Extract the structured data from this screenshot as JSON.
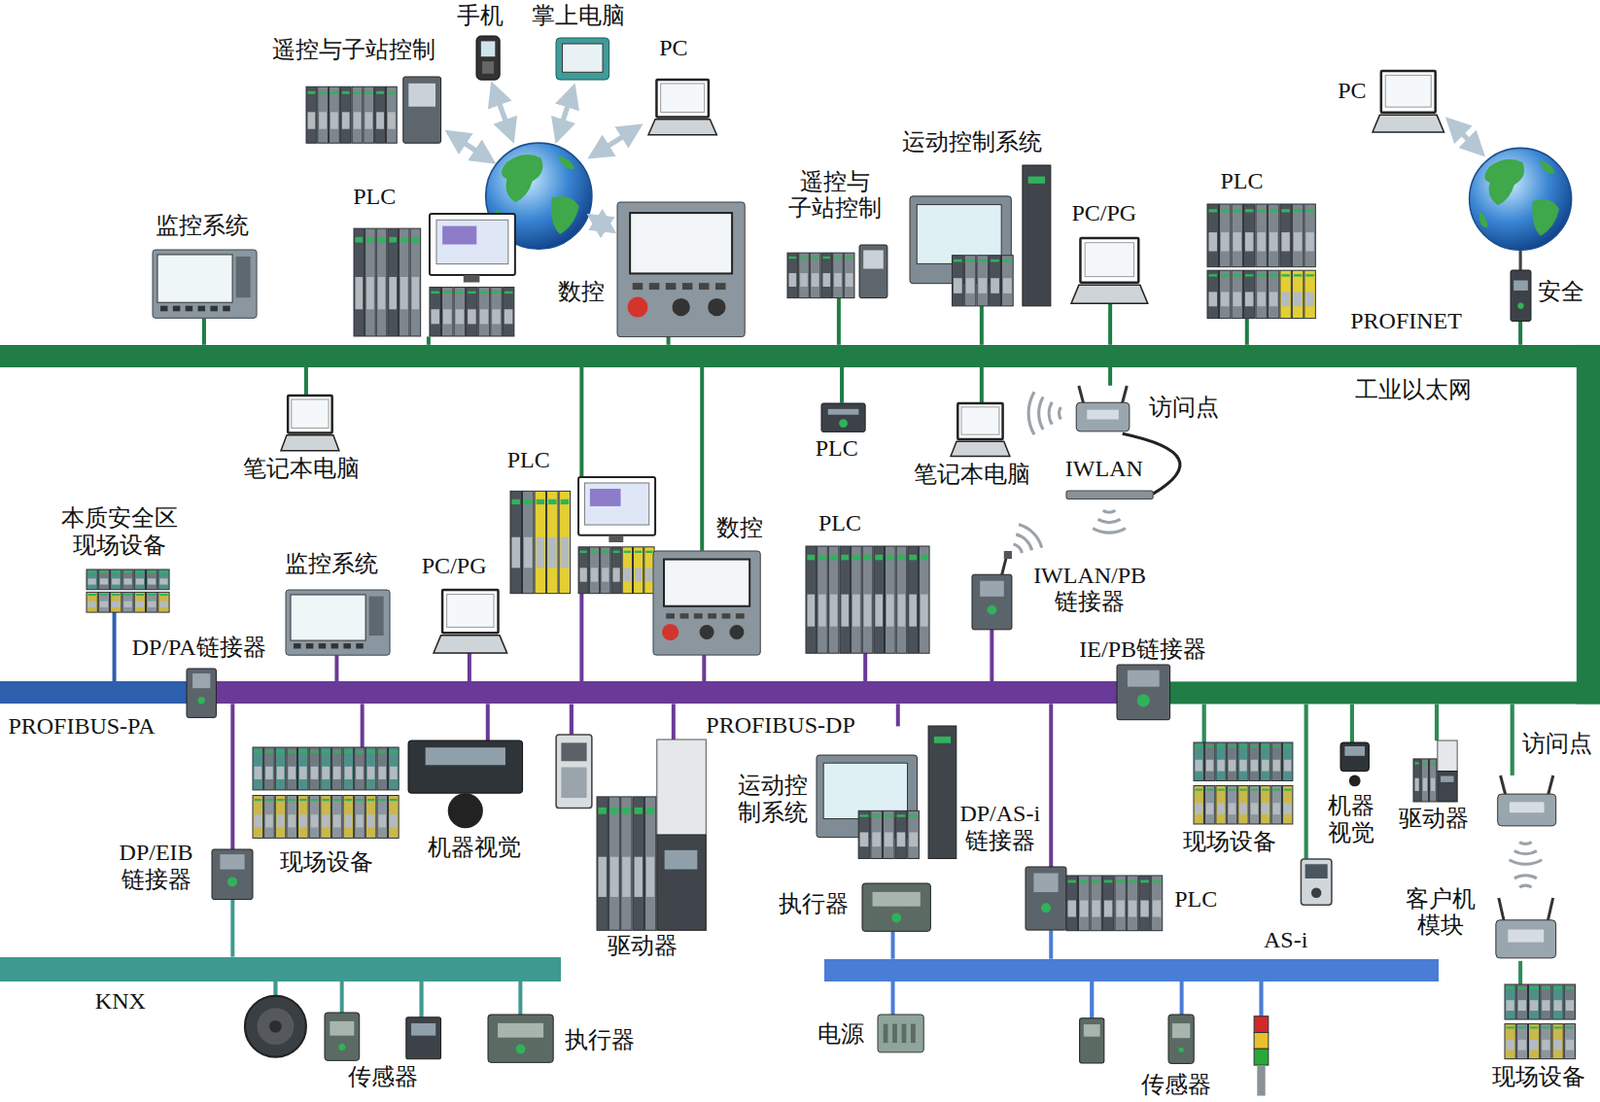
{
  "diagram": {
    "nodes": [
      {
        "text": [
          "遥控与子站控制"
        ]
      },
      {
        "text": [
          "手机"
        ]
      },
      {
        "text": [
          "掌上电脑"
        ]
      },
      {
        "text": [
          "PC"
        ]
      },
      {
        "text": [
          "监控系统"
        ]
      },
      {
        "text": [
          "PLC"
        ]
      },
      {
        "text": [
          "数控"
        ]
      },
      {
        "text": [
          "遥控与 子站控制"
        ]
      },
      {
        "text": [
          "运动控制系统"
        ]
      },
      {
        "text": [
          "PC/PG"
        ]
      },
      {
        "text": [
          "PLC"
        ]
      },
      {
        "text": [
          "PC"
        ]
      },
      {
        "text": [
          "安全"
        ]
      },
      {
        "text": [
          "PROFINET",
          "工业以太网"
        ]
      },
      {
        "text": [
          "笔记本电脑"
        ]
      },
      {
        "text": [
          "PLC"
        ]
      },
      {
        "text": [
          "笔记本电脑"
        ]
      },
      {
        "text": [
          "访问点"
        ]
      },
      {
        "text": [
          "PLC"
        ]
      },
      {
        "text": [
          "数控"
        ]
      },
      {
        "text": [
          "PLC"
        ]
      },
      {
        "text": [
          "IWLAN/PB 链接器"
        ]
      },
      {
        "text": [
          "本质安全区 现场设备"
        ]
      },
      {
        "text": [
          "监控系统"
        ]
      },
      {
        "text": [
          "PC/PG"
        ]
      },
      {
        "text": [
          "DP/PA链接器"
        ]
      },
      {
        "text": [
          "IE/PB链接器"
        ]
      },
      {
        "text": [
          "PROFIBUS-PA"
        ]
      },
      {
        "text": [
          "PROFIBUS-DP"
        ]
      },
      {
        "text": [
          "现场设备"
        ]
      },
      {
        "text": [
          "机器视觉"
        ]
      },
      {
        "text": [
          "驱动器"
        ]
      },
      {
        "text": [
          "运动控 制系统"
        ]
      },
      {
        "text": [
          "DP/AS-i 链接器"
        ]
      },
      {
        "text": [
          "PLC"
        ]
      },
      {
        "text": [
          "执行器"
        ]
      },
      {
        "text": [
          "DP/EIB 链接器"
        ]
      },
      {
        "text": [
          "现场设备"
        ]
      },
      {
        "text": [
          "机器 视觉"
        ]
      },
      {
        "text": [
          "驱动器"
        ]
      },
      {
        "text": [
          "访问点"
        ]
      },
      {
        "text": [
          "客户机 模块"
        ]
      },
      {
        "text": [
          "AS-i"
        ]
      },
      {
        "text": [
          "KNX"
        ]
      },
      {
        "text": [
          "传感器"
        ]
      },
      {
        "text": [
          "执行器"
        ]
      },
      {
        "text": [
          "电源"
        ]
      },
      {
        "text": [
          "传感器"
        ]
      },
      {
        "text": [
          "现场设备"
        ]
      }
    ],
    "edges": [
      {
        "from": 4,
        "to": 13,
        "arrow": "none"
      },
      {
        "from": 5,
        "to": 13,
        "arrow": "none"
      },
      {
        "from": 6,
        "to": 13,
        "arrow": "none"
      },
      {
        "from": 7,
        "to": 13,
        "arrow": "none"
      },
      {
        "from": 8,
        "to": 13,
        "arrow": "none"
      },
      {
        "from": 9,
        "to": 13,
        "arrow": "none"
      },
      {
        "from": 10,
        "to": 13,
        "arrow": "none"
      },
      {
        "from": 12,
        "to": 13,
        "arrow": "none"
      },
      {
        "from": 13,
        "to": 14,
        "arrow": "none"
      },
      {
        "from": 13,
        "to": 15,
        "arrow": "none"
      },
      {
        "from": 13,
        "to": 16,
        "arrow": "none"
      },
      {
        "from": 13,
        "to": 17,
        "arrow": "none"
      },
      {
        "from": 13,
        "to": 18,
        "arrow": "none"
      },
      {
        "from": 13,
        "to": 19,
        "arrow": "none"
      },
      {
        "from": 18,
        "to": 28,
        "arrow": "none"
      },
      {
        "from": 19,
        "to": 28,
        "arrow": "none"
      },
      {
        "from": 20,
        "to": 28,
        "arrow": "none"
      },
      {
        "from": 21,
        "to": 28,
        "arrow": "none"
      },
      {
        "from": 23,
        "to": 28,
        "arrow": "none"
      },
      {
        "from": 24,
        "to": 28,
        "arrow": "none"
      },
      {
        "from": 22,
        "to": 27,
        "arrow": "none"
      },
      {
        "from": 28,
        "to": 29,
        "arrow": "none"
      },
      {
        "from": 28,
        "to": 30,
        "arrow": "none"
      },
      {
        "from": 28,
        "to": 31,
        "arrow": "none"
      },
      {
        "from": 28,
        "to": 32,
        "arrow": "none"
      },
      {
        "from": 28,
        "to": 33,
        "arrow": "none"
      },
      {
        "from": 28,
        "to": 36,
        "arrow": "none"
      },
      {
        "from": 33,
        "to": 42,
        "arrow": "none"
      },
      {
        "from": 35,
        "to": 42,
        "arrow": "none"
      },
      {
        "from": 42,
        "to": 46,
        "arrow": "none"
      },
      {
        "from": 42,
        "to": 47,
        "arrow": "none"
      },
      {
        "from": 36,
        "to": 43,
        "arrow": "none"
      },
      {
        "from": 43,
        "to": 44,
        "arrow": "none"
      },
      {
        "from": 43,
        "to": 45,
        "arrow": "none"
      },
      {
        "from": 41,
        "to": 48,
        "arrow": "none"
      }
    ],
    "labels": [
      "IWLAN"
    ]
  }
}
